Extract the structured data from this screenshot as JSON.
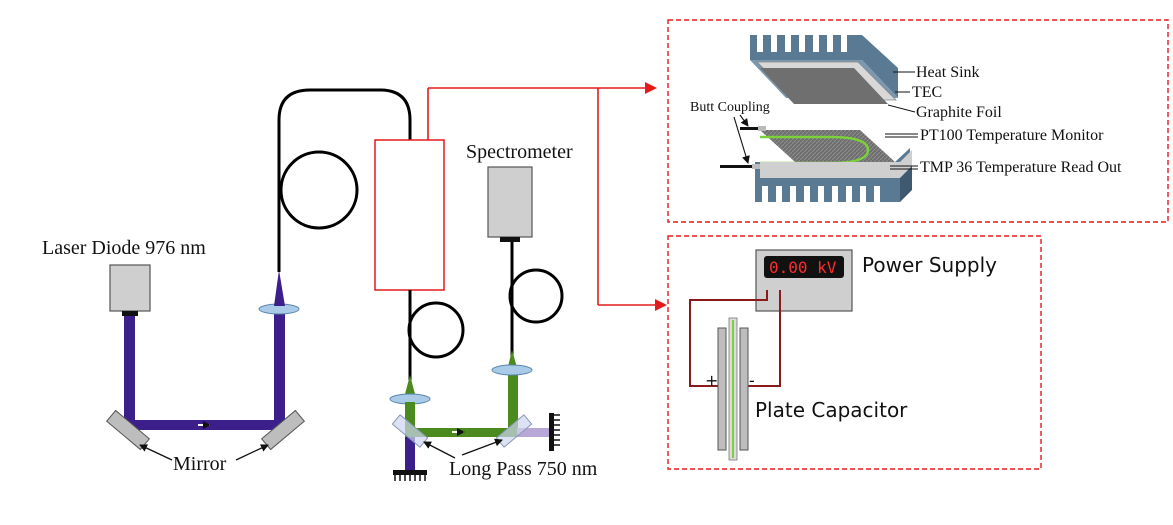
{
  "labels": {
    "laser_diode": "Laser Diode 976 nm",
    "mirror": "Mirror",
    "spectrometer": "Spectrometer",
    "long_pass": "Long Pass 750 nm",
    "heat_sink": "Heat Sink",
    "tec": "TEC",
    "graphite_foil": "Graphite Foil",
    "butt_coupling": "Butt Coupling",
    "pt100": "PT100 Temperature Monitor",
    "tmp36": "TMP 36 Temperature Read Out",
    "power_supply": "Power Supply",
    "voltage_display": "0.00 kV",
    "plate_capacitor": "Plate Capacitor",
    "plus": "+",
    "minus": "-"
  },
  "colors": {
    "pump_beam": "#3d1f8c",
    "signal_beam": "#4a8a1e",
    "fiber": "#000000",
    "red_connector": "#e31b1b",
    "dashed_box": "#e31b1b",
    "wire": "#8b1a1a",
    "lens": "#a9cbe8",
    "device_gray": "#cfcfcf",
    "heat_sink": "#5a7a94",
    "display_bg": "#111111",
    "display_text": "#ff2a2a"
  }
}
